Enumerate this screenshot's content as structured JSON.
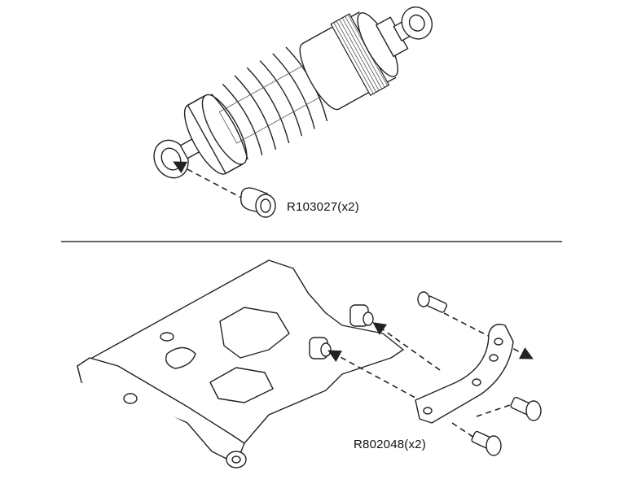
{
  "parts": [
    {
      "part_number": "R103027(x2)",
      "description": "shock-bushing"
    },
    {
      "part_number": "R802048(x2)",
      "description": "shock-mount-plate"
    }
  ]
}
